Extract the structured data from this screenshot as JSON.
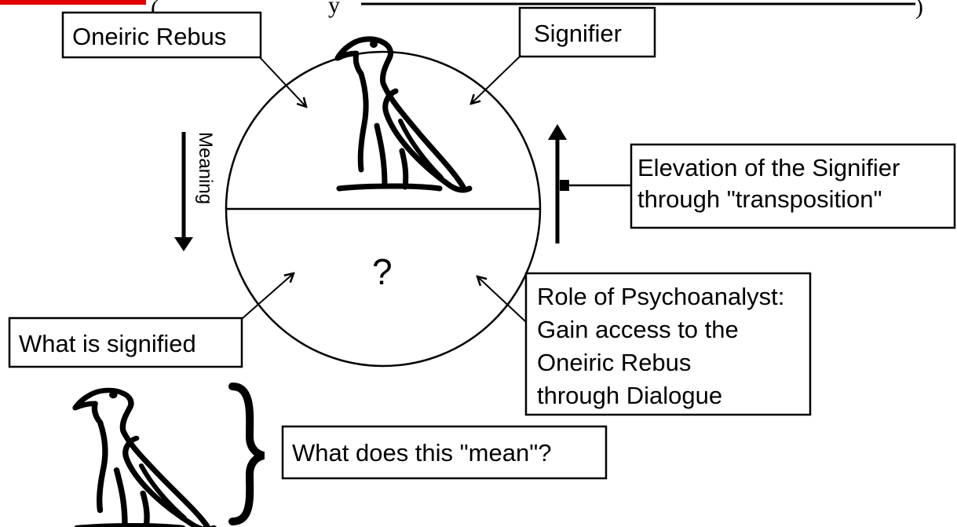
{
  "header_fragment": {
    "paren_left": "(",
    "paren_right": ")",
    "partial_letter": "y",
    "accent_color": "#e00000"
  },
  "labels": {
    "oneiric_rebus": "Oneiric Rebus",
    "signifier": "Signifier",
    "meaning": "Meaning",
    "question_mark": "?",
    "elevation_line1": "Elevation of the Signifier",
    "elevation_line2": "through \"transposition\"",
    "what_is_signified": "What is signified",
    "role_line1": "Role of Psychoanalyst:",
    "role_line2": "Gain access to the",
    "role_line3": "Oneiric Rebus",
    "role_line4": "through Dialogue",
    "what_does_this_mean": "What does this \"mean\"?",
    "brace": "}"
  },
  "icons": {
    "glyph_in_circle": "egyptian-vulture-hieroglyph-icon",
    "glyph_below": "egyptian-vulture-hieroglyph-icon"
  }
}
